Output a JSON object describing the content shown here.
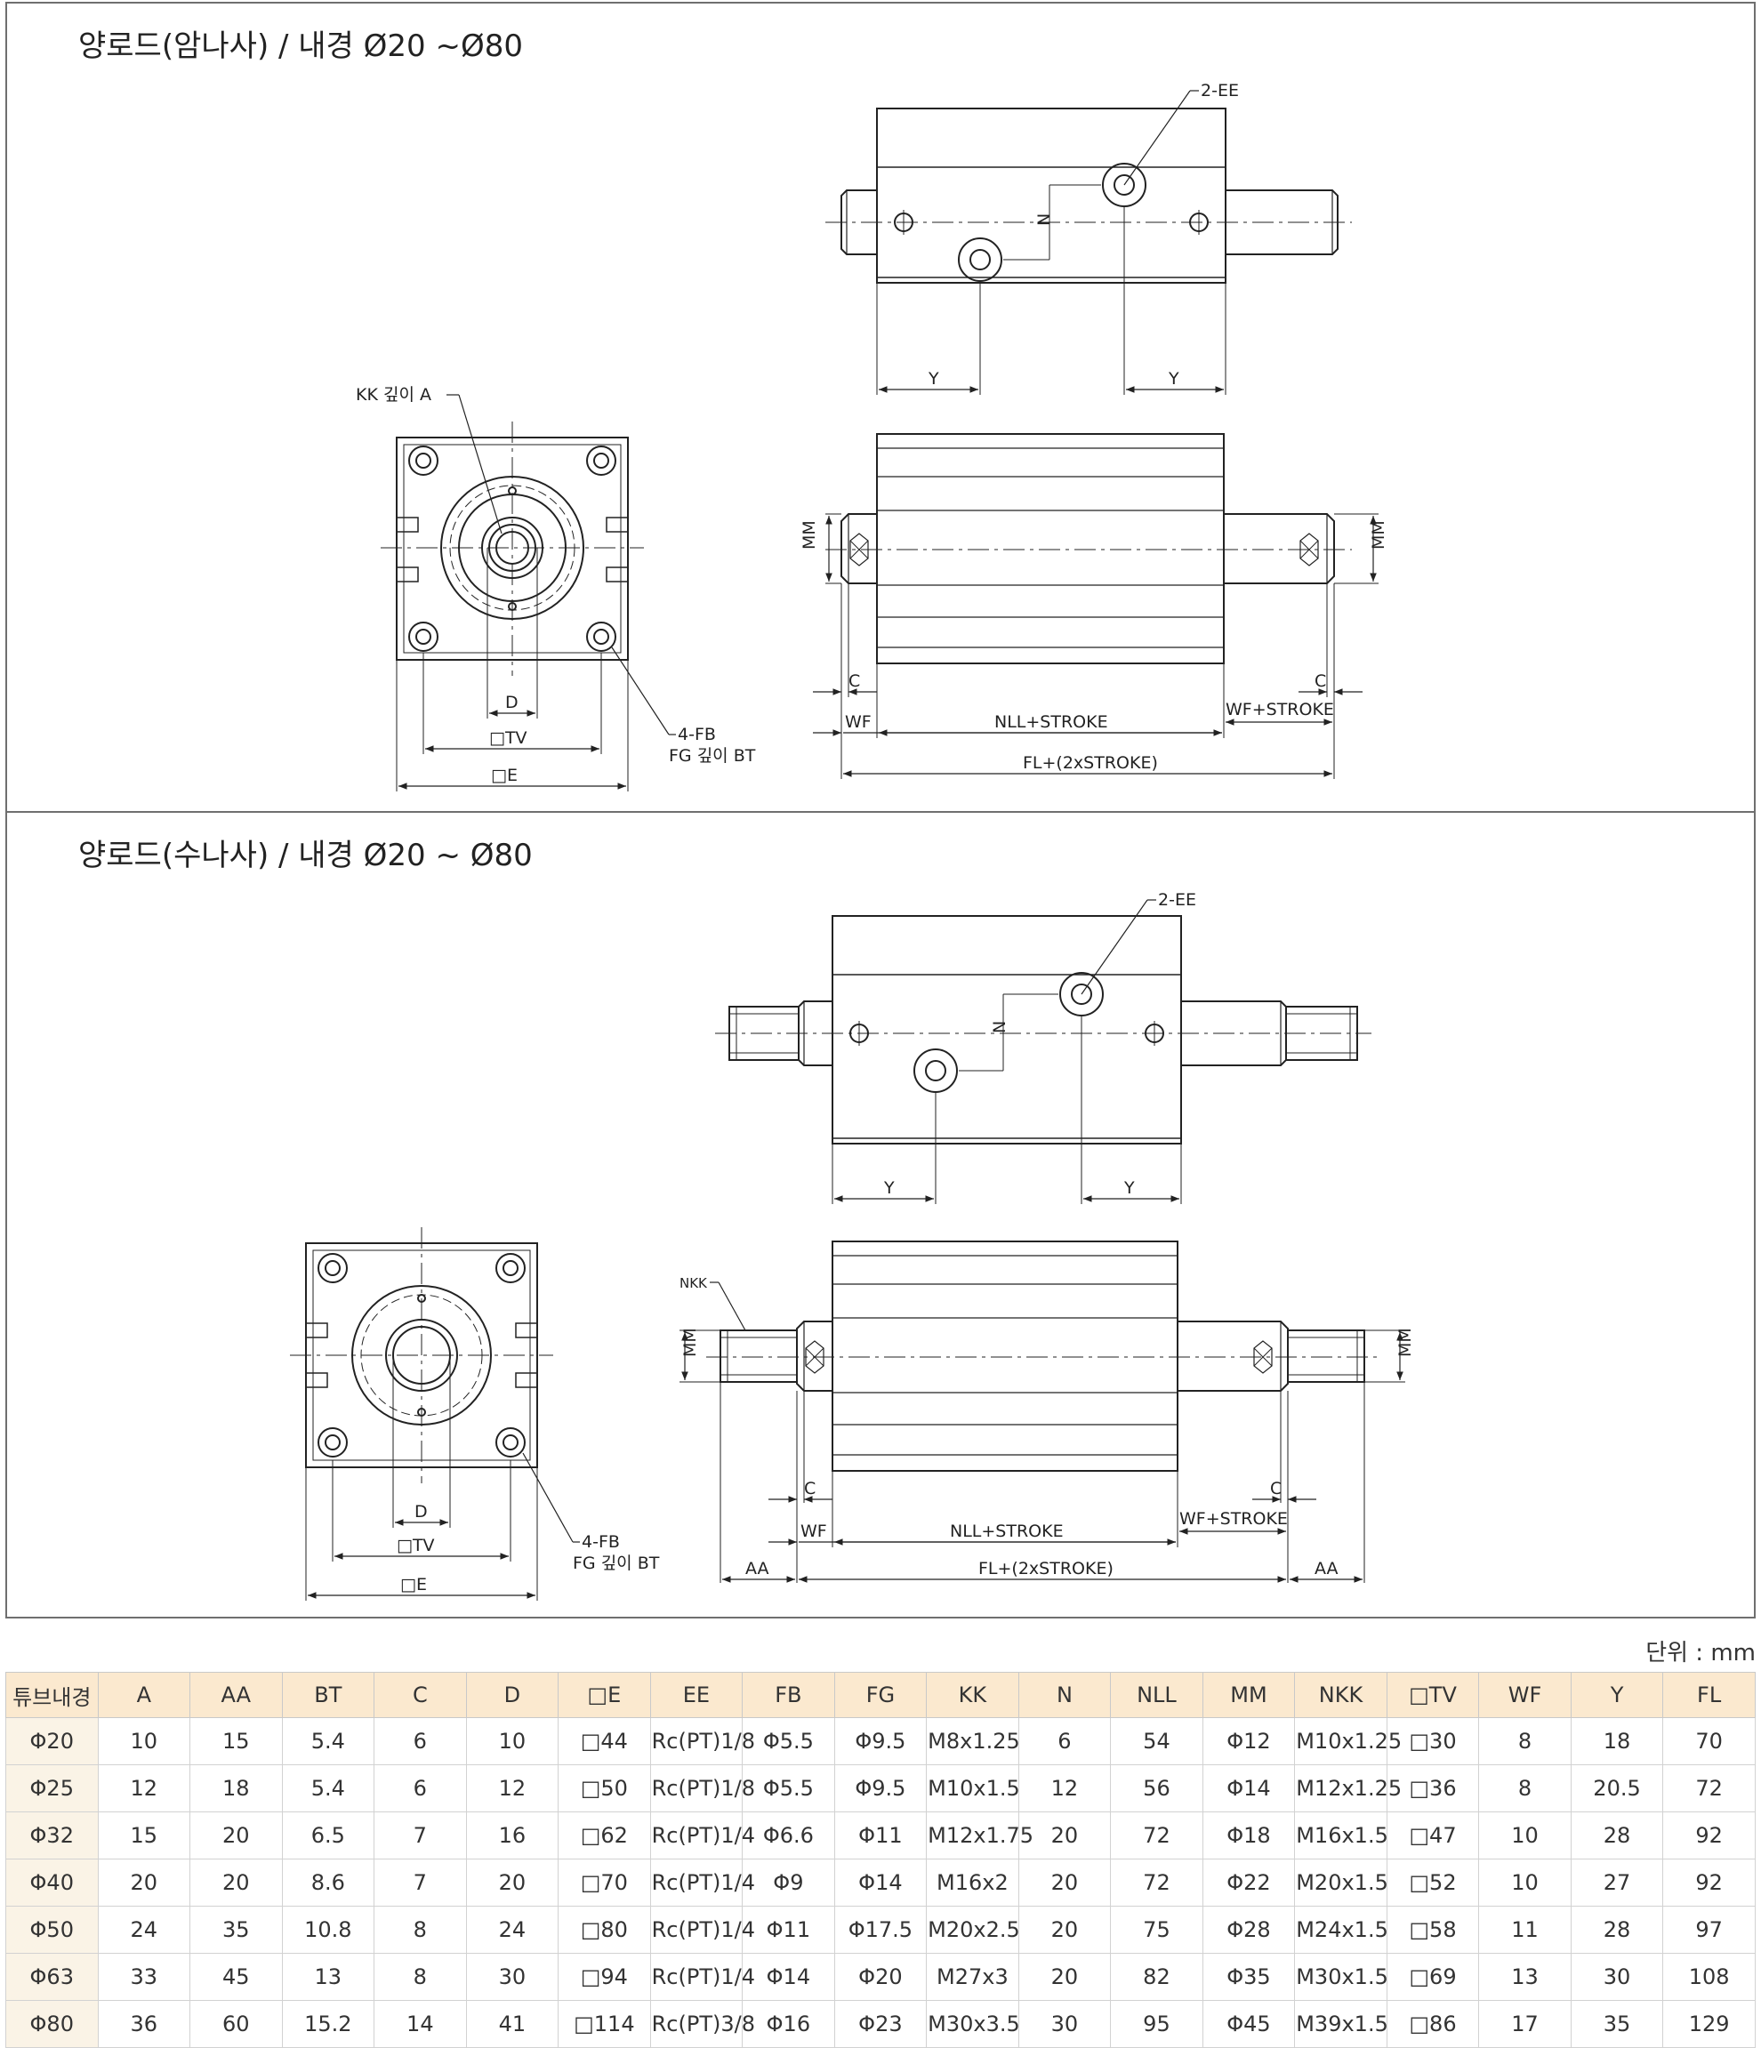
{
  "panel1": {
    "title": "양로드(암나사) / 내경 Ø20 ~Ø80",
    "labels": {
      "ee": "2-EE",
      "n": "N",
      "y": "Y",
      "kk": "KK 깊이 A",
      "d": "D",
      "tv": "□TV",
      "e": "□E",
      "fb": "4-FB",
      "fg": "FG 깊이 BT",
      "mm": "MM",
      "c": "C",
      "wf": "WF",
      "nll": "NLL+STROKE",
      "wfs": "WF+STROKE",
      "fl": "FL+(2xSTROKE)"
    }
  },
  "panel2": {
    "title": "양로드(수나사) / 내경 Ø20 ~ Ø80",
    "labels": {
      "ee": "2-EE",
      "n": "N",
      "y": "Y",
      "nkk": "NKK",
      "d": "D",
      "tv": "□TV",
      "e": "□E",
      "fb": "4-FB",
      "fg": "FG 깊이 BT",
      "mm": "MM",
      "c": "C",
      "wf": "WF",
      "nll": "NLL+STROKE",
      "wfs": "WF+STROKE",
      "fl": "FL+(2xSTROKE)",
      "aa": "AA"
    }
  },
  "unit": "단위 : mm",
  "table": {
    "headers": [
      "튜브내경",
      "A",
      "AA",
      "BT",
      "C",
      "D",
      "□E",
      "EE",
      "FB",
      "FG",
      "KK",
      "N",
      "NLL",
      "MM",
      "NKK",
      "□TV",
      "WF",
      "Y",
      "FL"
    ],
    "rows": [
      [
        "Φ20",
        "10",
        "15",
        "5.4",
        "6",
        "10",
        "□44",
        "Rc(PT)1/8",
        "Φ5.5",
        "Φ9.5",
        "M8x1.25",
        "6",
        "54",
        "Φ12",
        "M10x1.25",
        "□30",
        "8",
        "18",
        "70"
      ],
      [
        "Φ25",
        "12",
        "18",
        "5.4",
        "6",
        "12",
        "□50",
        "Rc(PT)1/8",
        "Φ5.5",
        "Φ9.5",
        "M10x1.5",
        "12",
        "56",
        "Φ14",
        "M12x1.25",
        "□36",
        "8",
        "20.5",
        "72"
      ],
      [
        "Φ32",
        "15",
        "20",
        "6.5",
        "7",
        "16",
        "□62",
        "Rc(PT)1/4",
        "Φ6.6",
        "Φ11",
        "M12x1.75",
        "20",
        "72",
        "Φ18",
        "M16x1.5",
        "□47",
        "10",
        "28",
        "92"
      ],
      [
        "Φ40",
        "20",
        "20",
        "8.6",
        "7",
        "20",
        "□70",
        "Rc(PT)1/4",
        "Φ9",
        "Φ14",
        "M16x2",
        "20",
        "72",
        "Φ22",
        "M20x1.5",
        "□52",
        "10",
        "27",
        "92"
      ],
      [
        "Φ50",
        "24",
        "35",
        "10.8",
        "8",
        "24",
        "□80",
        "Rc(PT)1/4",
        "Φ11",
        "Φ17.5",
        "M20x2.5",
        "20",
        "75",
        "Φ28",
        "M24x1.5",
        "□58",
        "11",
        "28",
        "97"
      ],
      [
        "Φ63",
        "33",
        "45",
        "13",
        "8",
        "30",
        "□94",
        "Rc(PT)1/4",
        "Φ14",
        "Φ20",
        "M27x3",
        "20",
        "82",
        "Φ35",
        "M30x1.5",
        "□69",
        "13",
        "30",
        "108"
      ],
      [
        "Φ80",
        "36",
        "60",
        "15.2",
        "14",
        "41",
        "□114",
        "Rc(PT)3/8",
        "Φ16",
        "Φ23",
        "M30x3.5",
        "30",
        "95",
        "Φ45",
        "M39x1.5",
        "□86",
        "17",
        "35",
        "129"
      ]
    ]
  }
}
